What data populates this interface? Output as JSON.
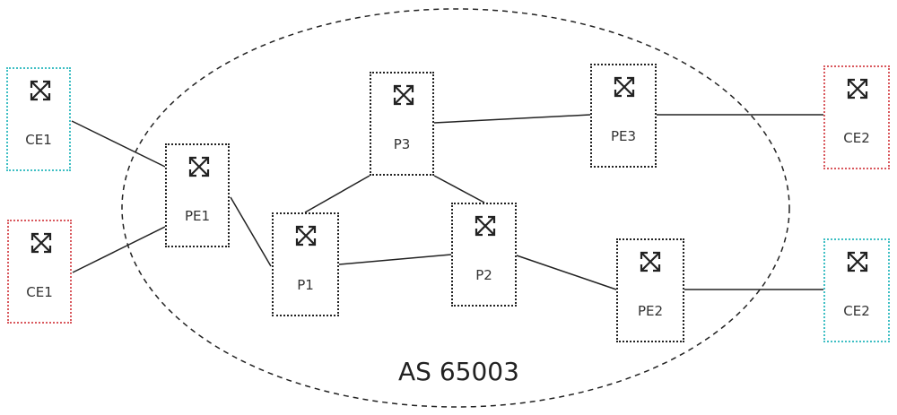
{
  "as_label": "AS 65003",
  "colors": {
    "provider": "#222222",
    "customer_a": "#3fbfc4",
    "customer_b": "#d9595e"
  },
  "nodes": [
    {
      "id": "ce1a",
      "label": "CE1",
      "icon": "router-arrows-icon",
      "group": "customer_a"
    },
    {
      "id": "ce1b",
      "label": "CE1",
      "icon": "router-arrows-icon",
      "group": "customer_b"
    },
    {
      "id": "pe1",
      "label": "PE1",
      "icon": "router-arrows-icon",
      "group": "provider"
    },
    {
      "id": "p1",
      "label": "P1",
      "icon": "router-arrows-icon",
      "group": "provider"
    },
    {
      "id": "p3",
      "label": "P3",
      "icon": "router-arrows-icon",
      "group": "provider"
    },
    {
      "id": "p2",
      "label": "P2",
      "icon": "router-arrows-icon",
      "group": "provider"
    },
    {
      "id": "pe3",
      "label": "PE3",
      "icon": "router-arrows-icon",
      "group": "provider"
    },
    {
      "id": "pe2",
      "label": "PE2",
      "icon": "router-arrows-icon",
      "group": "provider"
    },
    {
      "id": "ce2a",
      "label": "CE2",
      "icon": "router-arrows-icon",
      "group": "customer_b"
    },
    {
      "id": "ce2b",
      "label": "CE2",
      "icon": "router-arrows-icon",
      "group": "customer_a"
    }
  ],
  "links": [
    [
      "ce1a",
      "pe1"
    ],
    [
      "ce1b",
      "pe1"
    ],
    [
      "pe1",
      "p1"
    ],
    [
      "p1",
      "p3"
    ],
    [
      "p1",
      "p2"
    ],
    [
      "p3",
      "p2"
    ],
    [
      "p3",
      "pe3"
    ],
    [
      "pe3",
      "ce2a"
    ],
    [
      "p2",
      "pe2"
    ],
    [
      "pe2",
      "ce2b"
    ]
  ]
}
